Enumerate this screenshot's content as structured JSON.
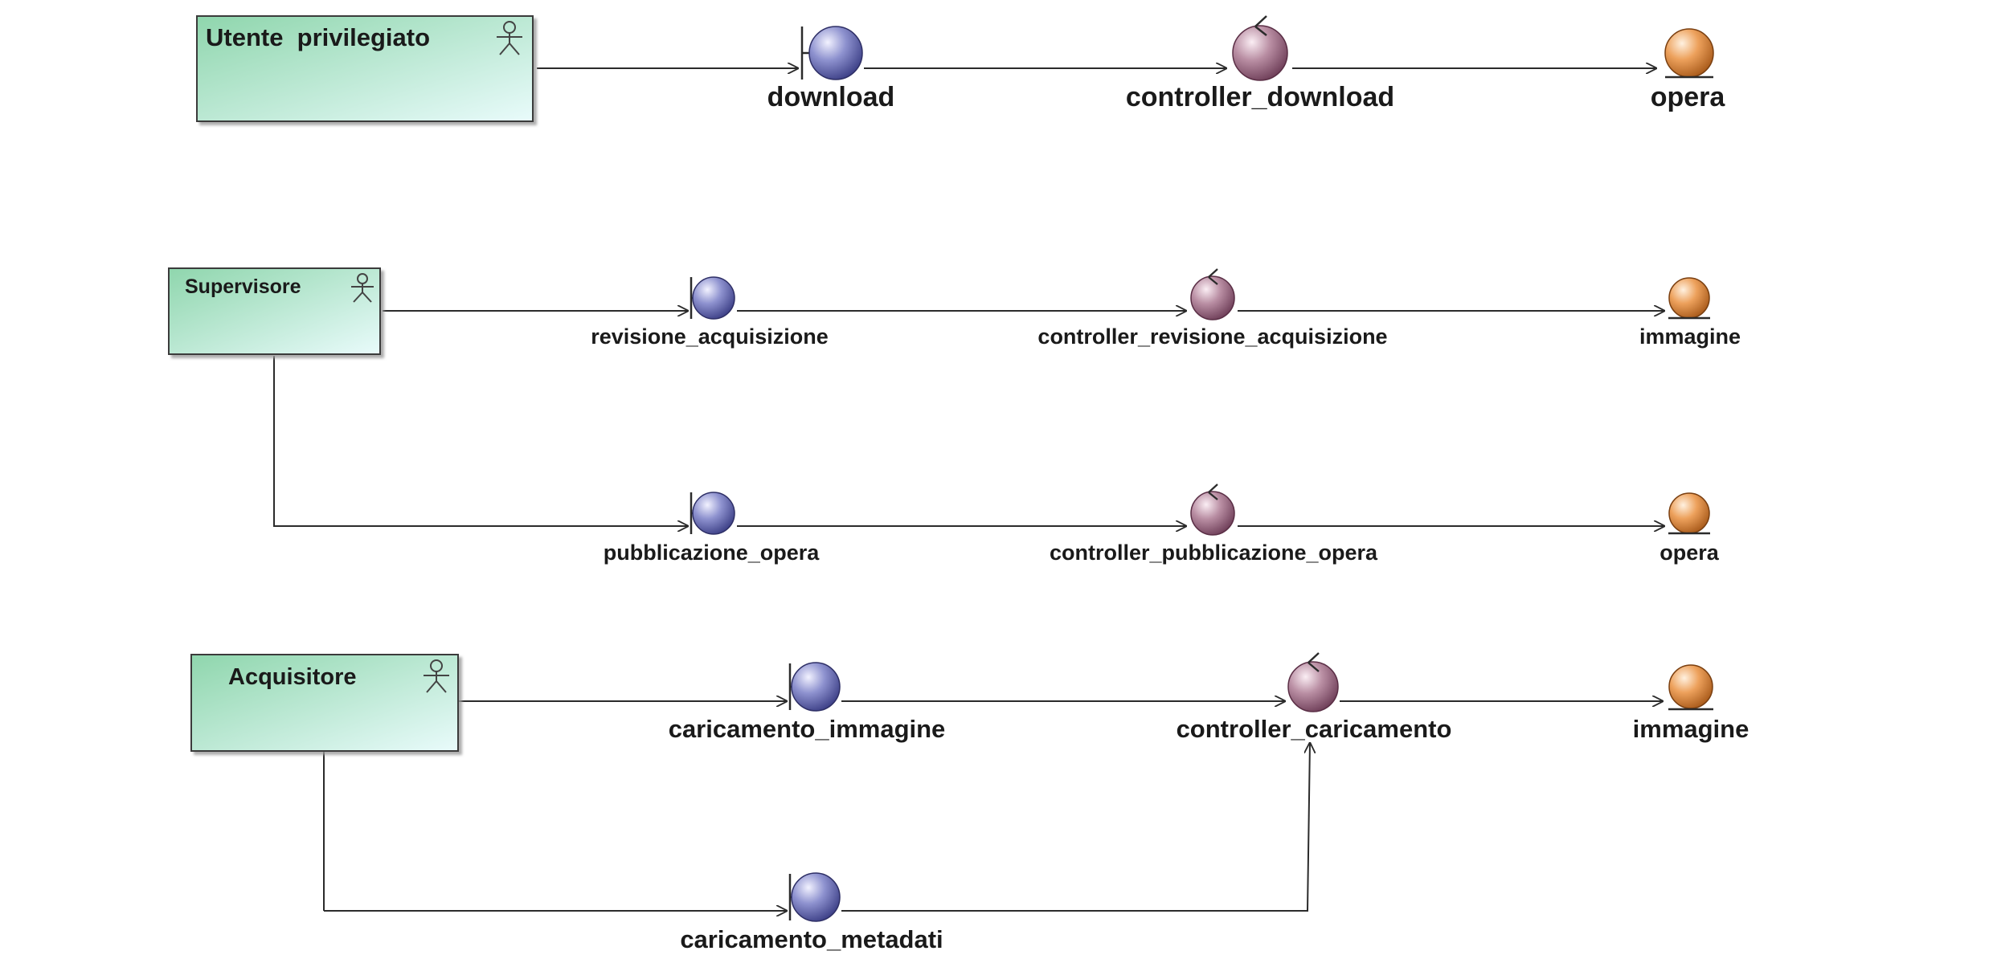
{
  "diagram": {
    "actors": [
      {
        "id": "utente",
        "label": "Utente  privilegiato"
      },
      {
        "id": "supervisore",
        "label": "Supervisore"
      },
      {
        "id": "acquisitore",
        "label": "Acquisitore"
      }
    ],
    "boundaries": [
      {
        "id": "download",
        "label": "download"
      },
      {
        "id": "revisione",
        "label": "revisione_acquisizione"
      },
      {
        "id": "pubblicazione",
        "label": "pubblicazione_opera"
      },
      {
        "id": "caricamento_immagine",
        "label": "caricamento_immagine"
      },
      {
        "id": "caricamento_metadati",
        "label": "caricamento_metadati"
      }
    ],
    "controls": [
      {
        "id": "ctrl_download",
        "label": "controller_download"
      },
      {
        "id": "ctrl_revisione",
        "label": "controller_revisione_acquisizione"
      },
      {
        "id": "ctrl_pubblicazione",
        "label": "controller_pubblicazione_opera"
      },
      {
        "id": "ctrl_caricamento",
        "label": "controller_caricamento"
      }
    ],
    "entities": [
      {
        "id": "opera_1",
        "label": "opera"
      },
      {
        "id": "immagine_1",
        "label": "immagine"
      },
      {
        "id": "opera_2",
        "label": "opera"
      },
      {
        "id": "immagine_2",
        "label": "immagine"
      }
    ],
    "connections": [
      {
        "from": "utente",
        "to": "download"
      },
      {
        "from": "download",
        "to": "ctrl_download"
      },
      {
        "from": "ctrl_download",
        "to": "opera_1"
      },
      {
        "from": "supervisore",
        "to": "revisione"
      },
      {
        "from": "revisione",
        "to": "ctrl_revisione"
      },
      {
        "from": "ctrl_revisione",
        "to": "immagine_1"
      },
      {
        "from": "supervisore",
        "to": "pubblicazione"
      },
      {
        "from": "pubblicazione",
        "to": "ctrl_pubblicazione"
      },
      {
        "from": "ctrl_pubblicazione",
        "to": "opera_2"
      },
      {
        "from": "acquisitore",
        "to": "caricamento_immagine"
      },
      {
        "from": "caricamento_immagine",
        "to": "ctrl_caricamento"
      },
      {
        "from": "ctrl_caricamento",
        "to": "immagine_2"
      },
      {
        "from": "acquisitore",
        "to": "caricamento_metadati"
      },
      {
        "from": "caricamento_metadati",
        "to": "ctrl_caricamento"
      }
    ],
    "colors": {
      "actor_fill_start": "#8fd6ad",
      "actor_fill_end": "#e9fbfb",
      "boundary": "#6b6fb3",
      "control": "#a7778f",
      "entity": "#e5944a",
      "line": "#2b2b2b"
    }
  }
}
